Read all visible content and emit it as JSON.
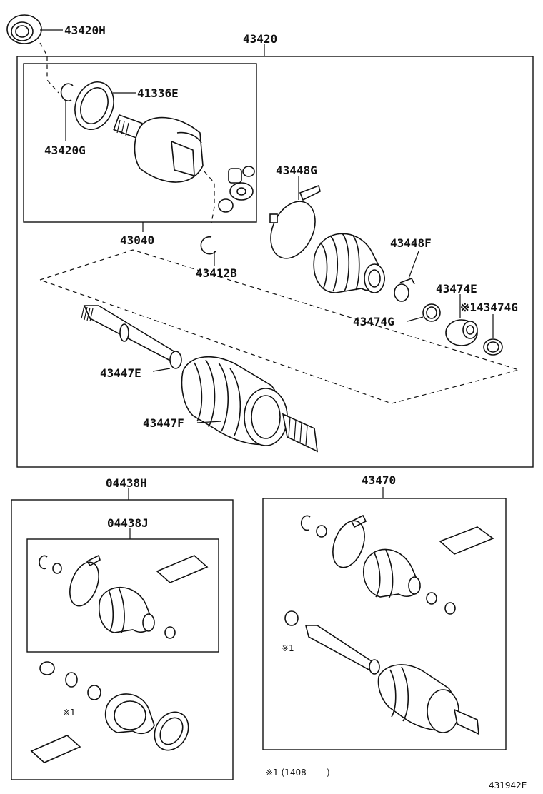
{
  "labels": {
    "p43420H": "43420H",
    "p43420": "43420",
    "p41336E": "41336E",
    "p43420G": "43420G",
    "p43040": "43040",
    "p43412B": "43412B",
    "p43448G": "43448G",
    "p43448F": "43448F",
    "p43474E": "43474E",
    "p43474G_right": "※143474G",
    "p43474G_left": "43474G",
    "p43447E": "43447E",
    "p43447F": "43447F",
    "p04438H": "04438H",
    "p04438J": "04438J",
    "p43470": "43470",
    "note_mark_left": "※1",
    "note_mark_right": "※1",
    "footnote": "※1 (1408-　　)",
    "diagram_id": "431942E"
  }
}
